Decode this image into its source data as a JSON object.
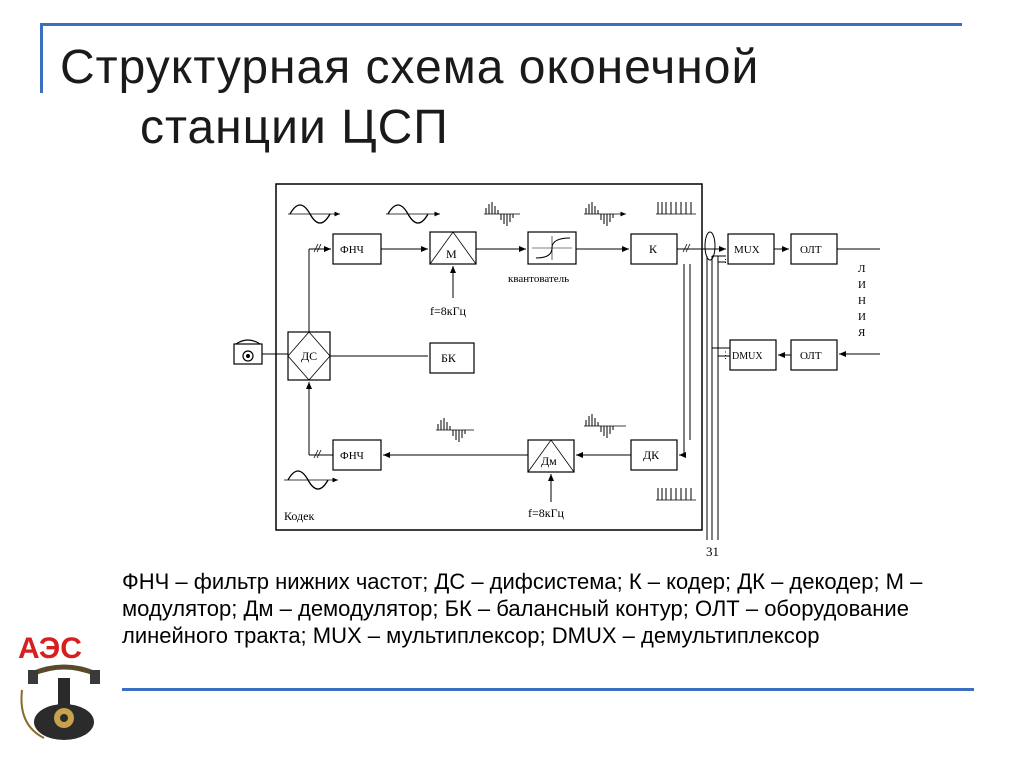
{
  "title": {
    "line1": "Структурная  схема  оконечной",
    "line2": "станции  ЦСП"
  },
  "diagram": {
    "labels": {
      "fnch_tx": "ФНЧ",
      "mod": "М",
      "quantizer_label": "квантователь",
      "coder": "К",
      "mux": "MUX",
      "olt_tx": "ОЛТ",
      "ds": "ДС",
      "bk": "БК",
      "dmux": "DMUX",
      "olt_rx": "ОЛТ",
      "fnch_rx": "ФНЧ",
      "demod": "Дм",
      "decoder": "ДК",
      "freq_top": "f=8кГц",
      "freq_bottom": "f=8кГц",
      "codec": "Кодек",
      "channel_count": "31",
      "line_letters": [
        "Л",
        "И",
        "Н",
        "И",
        "Я"
      ]
    }
  },
  "legend": {
    "text": "ФНЧ – фильтр нижних частот; ДС – дифсистема; К – кодер; ДК – декодер; М – модулятор; Дм – демодулятор; БК – балансный контур; ОЛТ – оборудование линейного тракта; MUX – мультиплексор; DMUX – демультиплексор"
  },
  "logo": {
    "text": "АЭС",
    "color": "#d62020"
  },
  "colors": {
    "accent": "#3a6fc4"
  }
}
